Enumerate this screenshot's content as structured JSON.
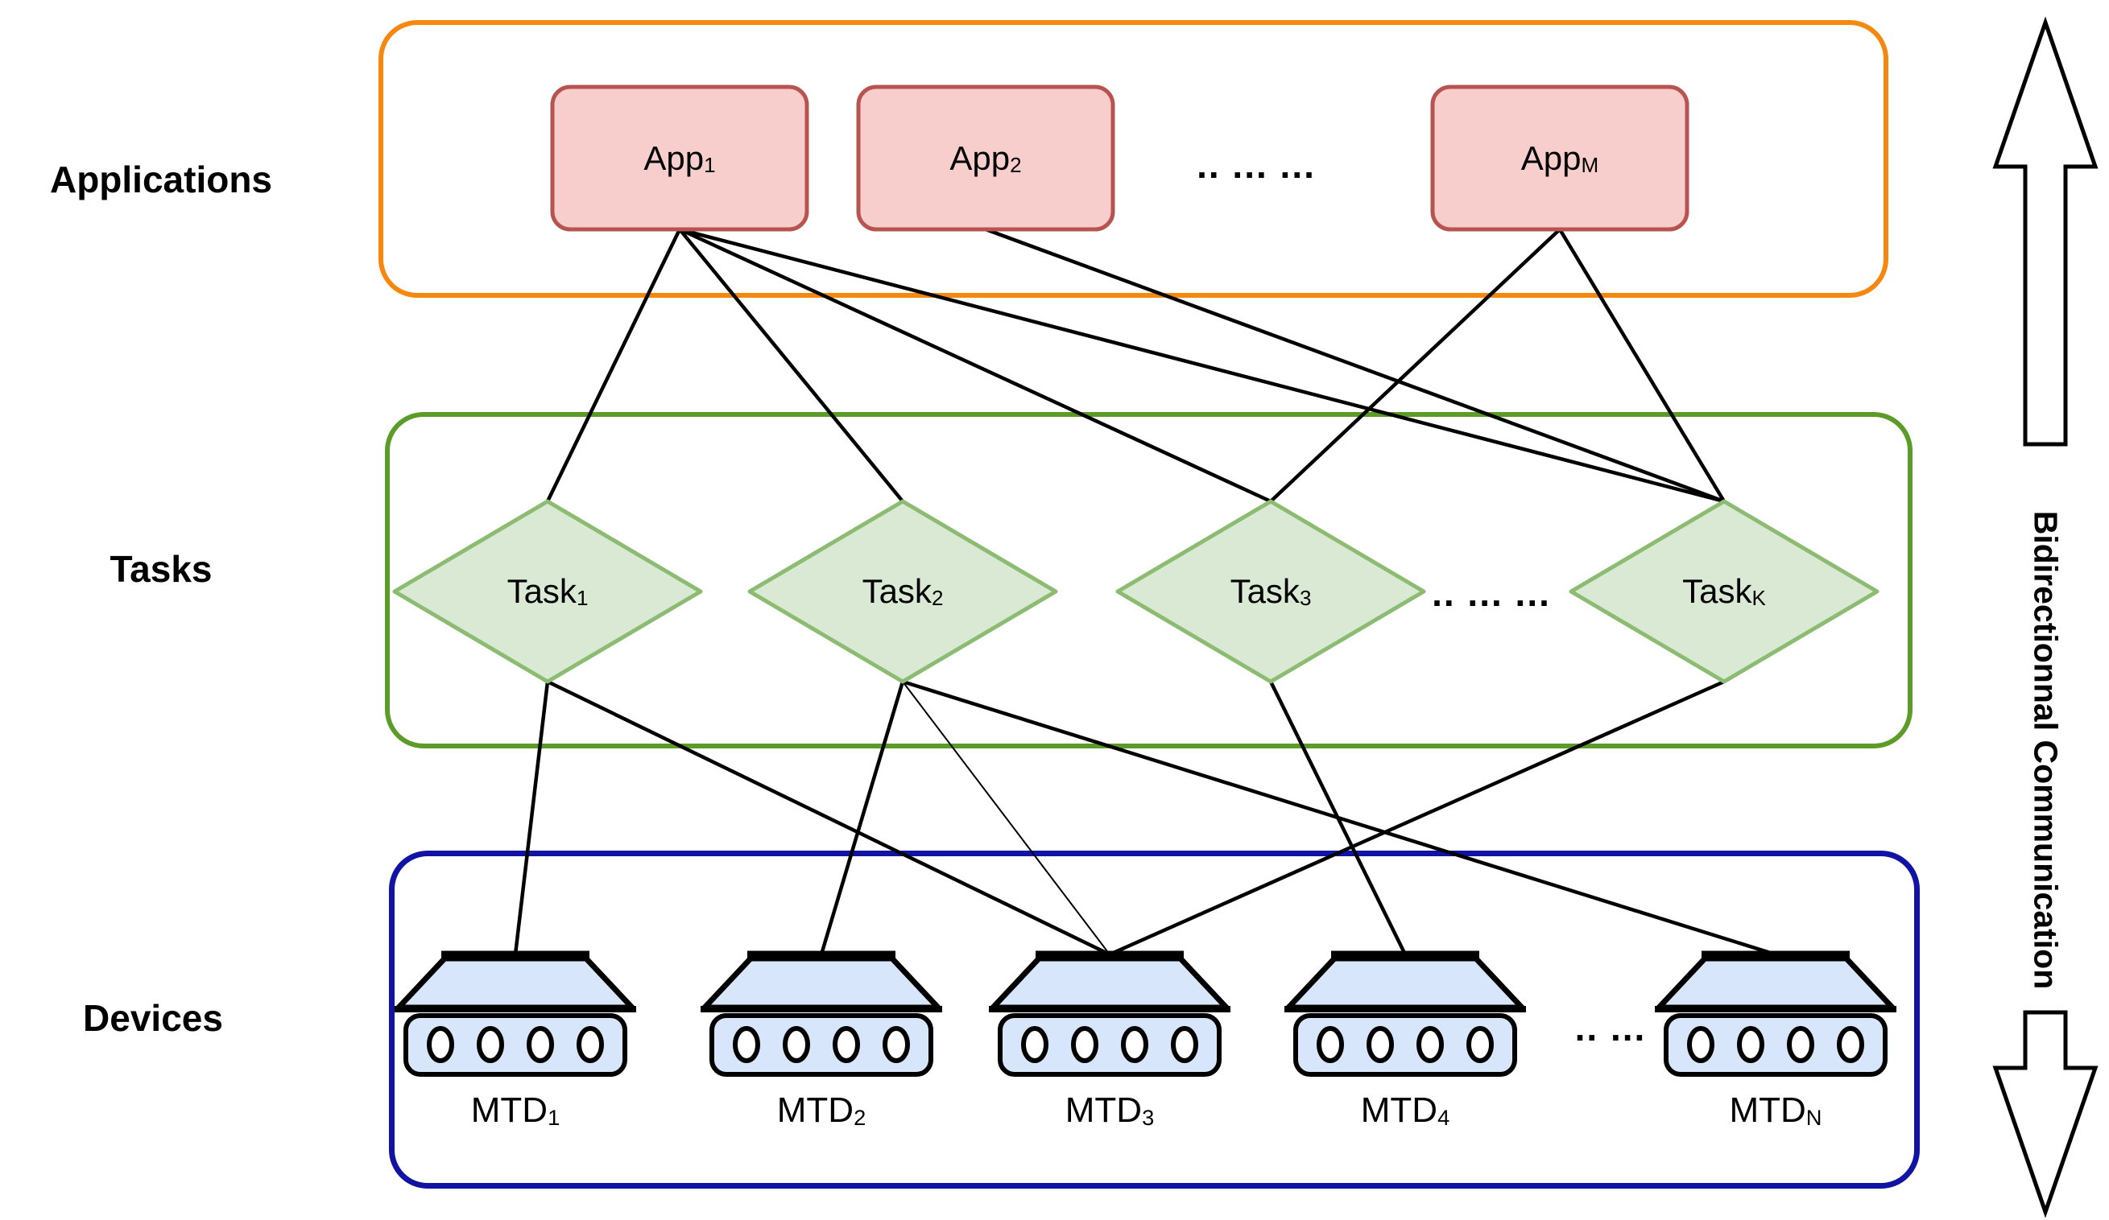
{
  "figure": {
    "layers": [
      {
        "id": "applications",
        "label": "Applications"
      },
      {
        "id": "tasks",
        "label": "Tasks"
      },
      {
        "id": "devices",
        "label": "Devices"
      }
    ],
    "applications": {
      "nodes": [
        {
          "id": "app1",
          "base": "App",
          "sub": "1"
        },
        {
          "id": "app2",
          "base": "App",
          "sub": "2"
        },
        {
          "id": "appM",
          "base": "App",
          "sub": "M"
        }
      ],
      "ellipsis": ".. ... ..."
    },
    "tasks": {
      "nodes": [
        {
          "id": "task1",
          "base": "Task",
          "sub": "1"
        },
        {
          "id": "task2",
          "base": "Task",
          "sub": "2"
        },
        {
          "id": "task3",
          "base": "Task",
          "sub": "3"
        },
        {
          "id": "taskK",
          "base": "Task",
          "sub": "K"
        }
      ],
      "ellipsis": ".. ... ..."
    },
    "devices": {
      "nodes": [
        {
          "id": "mtd1",
          "base": "MTD",
          "sub": "1"
        },
        {
          "id": "mtd2",
          "base": "MTD",
          "sub": "2"
        },
        {
          "id": "mtd3",
          "base": "MTD",
          "sub": "3"
        },
        {
          "id": "mtd4",
          "base": "MTD",
          "sub": "4"
        },
        {
          "id": "mtdN",
          "base": "MTD",
          "sub": "N"
        }
      ],
      "ellipsis": ".. ..."
    },
    "edges": {
      "app_task": [
        {
          "from": "app1",
          "to": "task1"
        },
        {
          "from": "app1",
          "to": "task2"
        },
        {
          "from": "app1",
          "to": "task3"
        },
        {
          "from": "app1",
          "to": "taskK"
        },
        {
          "from": "app2",
          "to": "taskK"
        },
        {
          "from": "appM",
          "to": "task3"
        },
        {
          "from": "appM",
          "to": "taskK"
        }
      ],
      "task_device": [
        {
          "from": "task1",
          "to": "mtd1"
        },
        {
          "from": "task1",
          "to": "mtd3"
        },
        {
          "from": "task2",
          "to": "mtd2"
        },
        {
          "from": "task2",
          "to": "mtd3",
          "thin": true
        },
        {
          "from": "task2",
          "to": "mtdN"
        },
        {
          "from": "task3",
          "to": "mtd4"
        },
        {
          "from": "taskK",
          "to": "mtd3"
        }
      ]
    },
    "sidebar": {
      "label": "Bidirectionnal Communication",
      "top_arrow": "up-arrow",
      "bottom_arrow": "down-arrow"
    },
    "colors": {
      "applications_box": "#f6870f",
      "tasks_box": "#5b9b28",
      "devices_box": "#1113a2",
      "app_fill": "#f8cecc",
      "app_stroke": "#b85450",
      "task_fill": "#d9e9d4",
      "task_stroke": "#8cbb72",
      "device_fill": "#d7e6fa",
      "device_stroke": "#000000",
      "edge": "#000000",
      "text": "#000000"
    }
  }
}
